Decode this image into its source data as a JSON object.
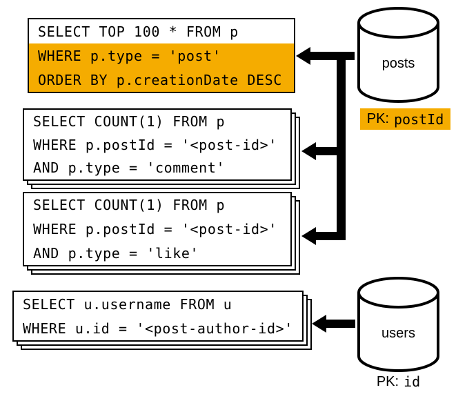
{
  "colors": {
    "highlight": "#F5AC00",
    "stroke": "#000000",
    "box_background": "#FFFFFF"
  },
  "queries": [
    {
      "name": "recent-posts-query",
      "stacked": false,
      "lines": [
        {
          "text": "SELECT TOP 100 * FROM p",
          "highlighted": false
        },
        {
          "text": "WHERE p.type = 'post'",
          "highlighted": true
        },
        {
          "text": "ORDER BY p.creationDate DESC",
          "highlighted": true
        }
      ]
    },
    {
      "name": "comment-count-query",
      "stacked": true,
      "lines": [
        {
          "text": "SELECT COUNT(1) FROM p",
          "highlighted": false
        },
        {
          "text": "WHERE p.postId = '<post-id>'",
          "highlighted": false
        },
        {
          "text": "AND p.type = 'comment'",
          "highlighted": false
        }
      ]
    },
    {
      "name": "like-count-query",
      "stacked": true,
      "lines": [
        {
          "text": "SELECT COUNT(1) FROM p",
          "highlighted": false
        },
        {
          "text": "WHERE p.postId = '<post-id>'",
          "highlighted": false
        },
        {
          "text": "AND p.type = 'like'",
          "highlighted": false
        }
      ]
    },
    {
      "name": "username-query",
      "stacked": true,
      "lines": [
        {
          "text": "SELECT u.username FROM u",
          "highlighted": false
        },
        {
          "text": "WHERE u.id = '<post-author-id>'",
          "highlighted": false
        }
      ]
    }
  ],
  "databases": [
    {
      "name": "posts",
      "pk_prefix": "PK:",
      "pk_field": "postId",
      "pk_highlighted": true
    },
    {
      "name": "users",
      "pk_prefix": "PK:",
      "pk_field": "id",
      "pk_highlighted": false
    }
  ]
}
